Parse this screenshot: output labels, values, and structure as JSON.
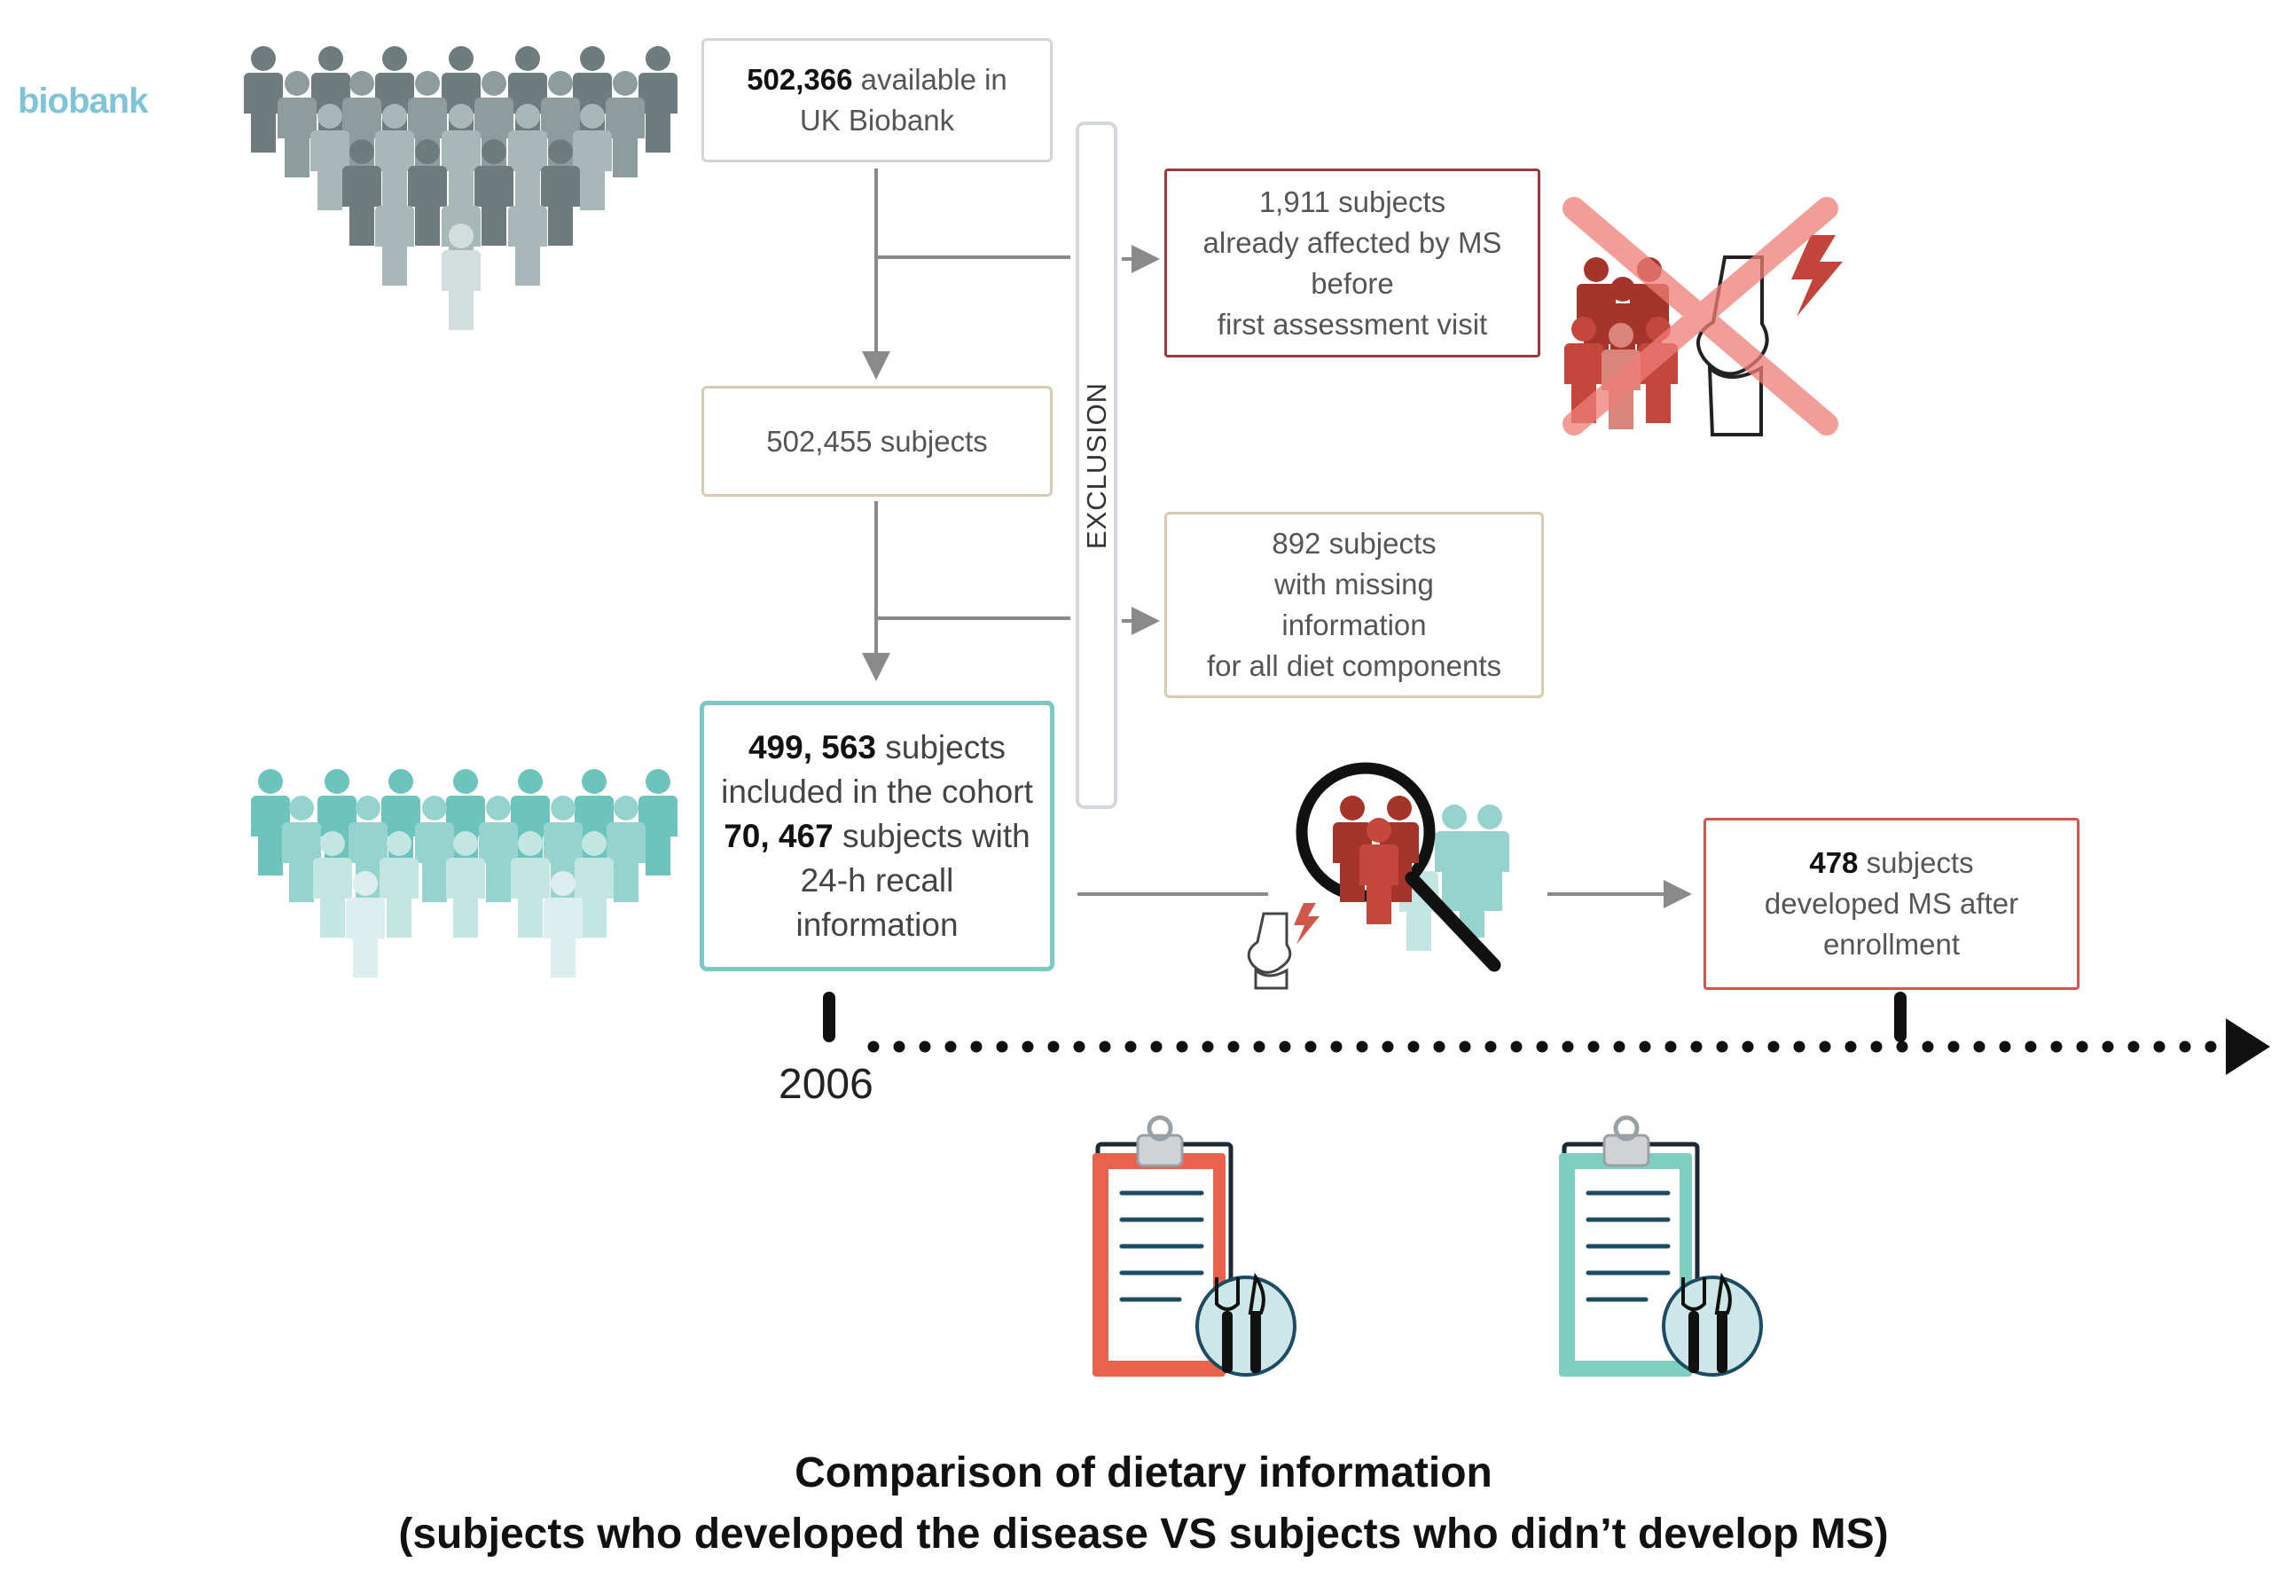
{
  "logo": {
    "text": "biobank"
  },
  "boxes": {
    "top": {
      "bold": "502,366",
      "line1_rest": " available in",
      "line2": "UK Biobank"
    },
    "middle": {
      "text": "502,455 subjects"
    },
    "excl_ms": {
      "lines": [
        "1,911 subjects",
        "already affected by MS",
        "before",
        "first assessment visit"
      ]
    },
    "excl_missing": {
      "lines": [
        "892 subjects",
        "with missing",
        "information",
        "for all diet components"
      ]
    },
    "cohort": {
      "bold1": "499, 563",
      "rest1": " subjects",
      "line2": "included in the cohort",
      "bold3": "70, 467",
      "rest3": " subjects with",
      "line4": "24-h recall",
      "line5": "information"
    },
    "developed": {
      "bold": "478",
      "rest1": " subjects",
      "line2": "developed MS after",
      "line3": "enrollment"
    }
  },
  "exclusion_label": "EXCLUSION",
  "timeline": {
    "year": "2006"
  },
  "caption": {
    "line1": "Comparison of dietary information",
    "line2": "(subjects who developed the disease VS subjects who didn’t develop MS)"
  },
  "icons": [
    "crowd-grey-icon",
    "crowd-teal-icon",
    "crowd-affected-icon",
    "knee-joint-icon",
    "lightning-icon",
    "magnifier-icon",
    "clipboard-diet-icon",
    "fork-knife-icon",
    "cross-out-icon"
  ],
  "colors": {
    "grey_person": "#8c9a9b",
    "teal_person": "#76c7c1",
    "maroon": "#9a3a3a",
    "red": "#d0574b",
    "teal_border": "#7cc8c3",
    "tan_border": "#d9c9b0",
    "arrow": "#8a8a8a"
  }
}
